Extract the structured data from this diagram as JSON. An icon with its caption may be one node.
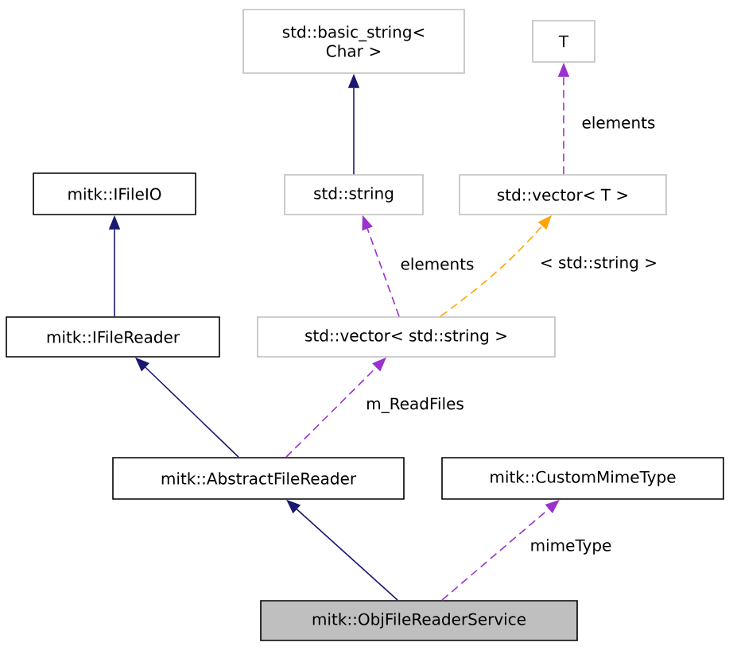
{
  "diagram": {
    "nodes": [
      {
        "text": [
          "std::basic_string< Char >"
        ]
      },
      {
        "text": [
          "T"
        ]
      },
      {
        "text": [
          "mitk::IFileIO"
        ]
      },
      {
        "text": [
          "std::string"
        ]
      },
      {
        "text": [
          "std::vector< T >"
        ]
      },
      {
        "text": [
          "mitk::IFileReader"
        ]
      },
      {
        "text": [
          "std::vector< std::string >"
        ]
      },
      {
        "text": [
          "mitk::AbstractFileReader"
        ]
      },
      {
        "text": [
          "mitk::CustomMimeType"
        ]
      },
      {
        "text": [
          "mitk::ObjFileReaderService"
        ]
      }
    ],
    "edges": [
      {
        "from": 3,
        "to": 0,
        "arrow": "to"
      },
      {
        "from": 4,
        "to": 1,
        "arrow": "to",
        "style": "dashed",
        "color": "#9a32cd",
        "label": "elements"
      },
      {
        "from": 5,
        "to": 2,
        "arrow": "to"
      },
      {
        "from": 6,
        "to": 3,
        "arrow": "to",
        "style": "dashed",
        "color": "#9a32cd",
        "label": "elements"
      },
      {
        "from": 6,
        "to": 4,
        "arrow": "to",
        "style": "dashed",
        "color": "#ffa500",
        "label": "< std::string >"
      },
      {
        "from": 7,
        "to": 5,
        "arrow": "to"
      },
      {
        "from": 7,
        "to": 6,
        "arrow": "to",
        "style": "dashed",
        "color": "#9a32cd",
        "label": "m_ReadFiles"
      },
      {
        "from": 9,
        "to": 7,
        "arrow": "to"
      },
      {
        "from": 9,
        "to": 8,
        "arrow": "to",
        "style": "dashed",
        "color": "#9a32cd",
        "label": "mimeType"
      }
    ]
  }
}
